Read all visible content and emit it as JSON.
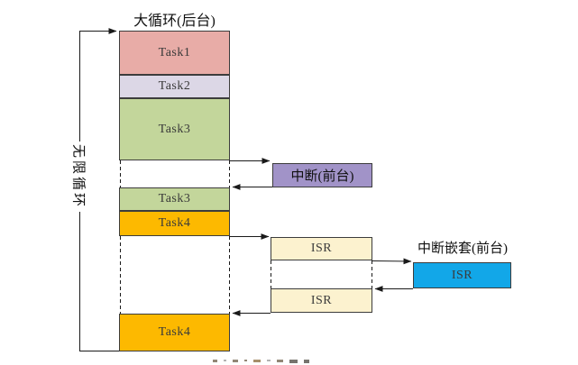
{
  "diagram": {
    "title": "大循环(后台)",
    "loop_label": "无限循环",
    "nested_label": "中断嵌套(前台)",
    "boxes": {
      "task1": "Task1",
      "task2": "Task2",
      "task3_first": "Task3",
      "task3_second": "Task3",
      "task4_first": "Task4",
      "task4_second": "Task4",
      "interrupt": "中断(前台)",
      "isr_first": "ISR",
      "isr_nested": "ISR",
      "isr_second": "ISR"
    },
    "colors": {
      "task1": "#e8aca7",
      "task2": "#dcd7e6",
      "task3": "#c3d69b",
      "task4": "#fdb900",
      "interrupt": "#a193c8",
      "isr": "#fcf2cf",
      "isr_nested": "#12a7e8",
      "line": "#1a1a1a"
    }
  }
}
